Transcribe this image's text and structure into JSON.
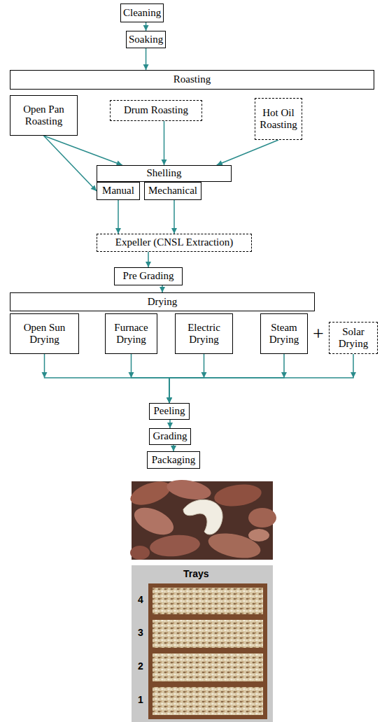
{
  "diagram": {
    "nodes": [
      {
        "text": [
          "Cleaning"
        ]
      },
      {
        "text": [
          "Soaking"
        ]
      },
      {
        "text": [
          "Roasting"
        ]
      },
      {
        "text": [
          "Open Pan Roasting"
        ]
      },
      {
        "text": [
          "Drum Roasting"
        ]
      },
      {
        "text": [
          "Hot Oil Roasting"
        ]
      },
      {
        "text": [
          "Shelling"
        ]
      },
      {
        "text": [
          "Manual"
        ]
      },
      {
        "text": [
          "Mechanical"
        ]
      },
      {
        "text": [
          "Expeller (CNSL Extraction)"
        ]
      },
      {
        "text": [
          "Pre Grading"
        ]
      },
      {
        "text": [
          "Drying"
        ]
      },
      {
        "text": [
          "Open Sun Drying"
        ]
      },
      {
        "text": [
          "Furnace Drying"
        ]
      },
      {
        "text": [
          "Electric Drying"
        ]
      },
      {
        "text": [
          "Steam Drying"
        ]
      },
      {
        "text": [
          "Solar Drying"
        ]
      },
      {
        "text": [
          "Peeling"
        ]
      },
      {
        "text": [
          "Grading"
        ]
      },
      {
        "text": [
          "Packaging"
        ]
      }
    ],
    "edges": [
      {
        "from": 0,
        "to": 1,
        "arrow": "to"
      },
      {
        "from": 1,
        "to": 2,
        "arrow": "to"
      },
      {
        "from": 3,
        "to": 6,
        "arrow": "to"
      },
      {
        "from": 3,
        "to": 7,
        "arrow": "to"
      },
      {
        "from": 4,
        "to": 6,
        "arrow": "to"
      },
      {
        "from": 5,
        "to": 6,
        "arrow": "to"
      },
      {
        "from": 7,
        "to": 9,
        "arrow": "to"
      },
      {
        "from": 8,
        "to": 9,
        "arrow": "to"
      },
      {
        "from": 9,
        "to": 10,
        "arrow": "to"
      },
      {
        "from": 10,
        "to": 11,
        "arrow": "to"
      },
      {
        "from": 12,
        "to": 17,
        "arrow": "to"
      },
      {
        "from": 13,
        "to": 17,
        "arrow": "to"
      },
      {
        "from": 14,
        "to": 17,
        "arrow": "to"
      },
      {
        "from": 15,
        "to": 17,
        "arrow": "to"
      },
      {
        "from": 16,
        "to": 17,
        "arrow": "to"
      },
      {
        "from": 17,
        "to": 18,
        "arrow": "to"
      },
      {
        "from": 18,
        "to": 19,
        "arrow": "to"
      }
    ],
    "labels": [
      "+",
      "Trays",
      "4",
      "3",
      "2",
      "1"
    ]
  }
}
